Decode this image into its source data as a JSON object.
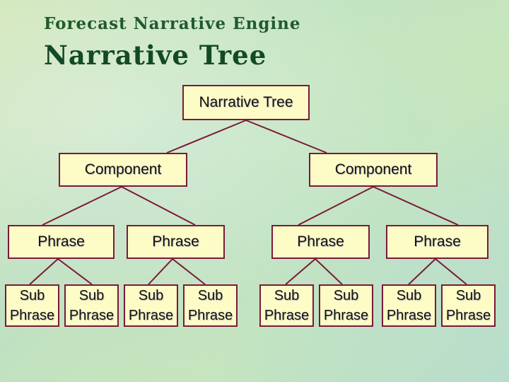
{
  "header": {
    "subtitle": "Forecast Narrative Engine",
    "title": "Narrative Tree"
  },
  "tree": {
    "root": "Narrative Tree",
    "components": [
      "Component",
      "Component"
    ],
    "phrases": [
      "Phrase",
      "Phrase",
      "Phrase",
      "Phrase"
    ],
    "subphrases": [
      "Sub\nPhrase",
      "Sub\nPhrase",
      "Sub\nPhrase",
      "Sub\nPhrase",
      "Sub\nPhrase",
      "Sub\nPhrase",
      "Sub\nPhrase",
      "Sub\nPhrase"
    ]
  },
  "colors": {
    "node_fill": "#fdfbc6",
    "node_border": "#7a1a3a",
    "connector": "#7a1a3a",
    "title_text": "#134a26"
  }
}
